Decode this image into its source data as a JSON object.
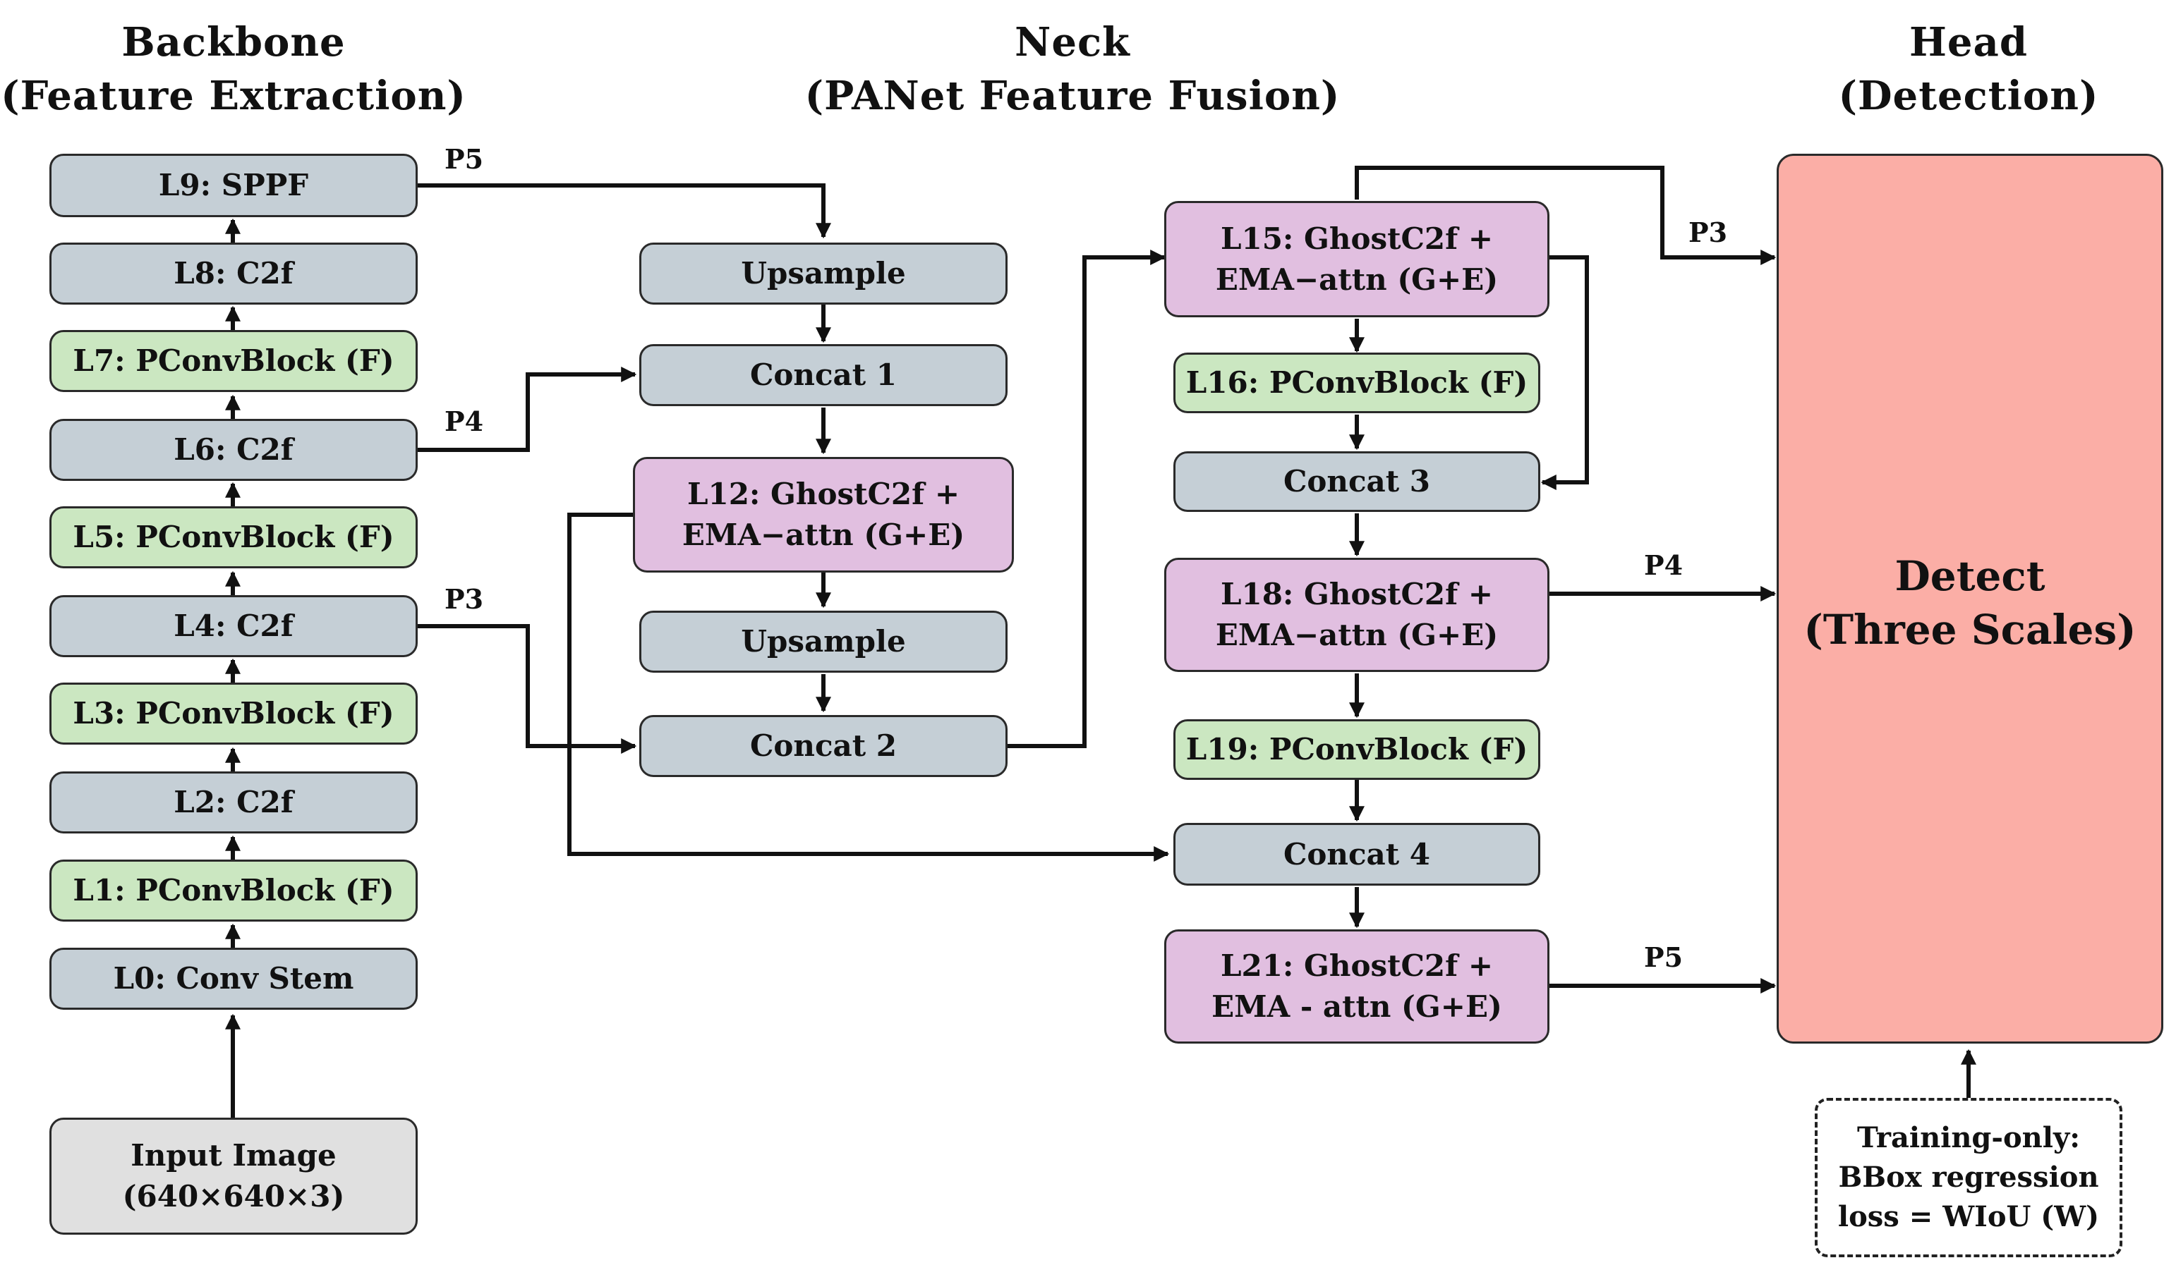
{
  "headers": {
    "backbone": {
      "line1": "Backbone",
      "line2": "(Feature Extraction)"
    },
    "neck": {
      "line1": "Neck",
      "line2": "(PANet Feature Fusion)"
    },
    "head": {
      "line1": "Head",
      "line2": "(Detection)"
    }
  },
  "backbone": {
    "input": {
      "line1": "Input Image",
      "line2": "(640×640×3)"
    },
    "l0": "L0: Conv Stem",
    "l1": "L1: PConvBlock (F)",
    "l2": "L2: C2f",
    "l3": "L3: PConvBlock (F)",
    "l4": "L4: C2f",
    "l5": "L5: PConvBlock (F)",
    "l6": "L6: C2f",
    "l7": "L7: PConvBlock (F)",
    "l8": "L8: C2f",
    "l9": "L9: SPPF"
  },
  "neck": {
    "upsample1": "Upsample",
    "concat1": "Concat 1",
    "l12": {
      "line1": "L12: GhostC2f +",
      "line2": "EMA−attn (G+E)"
    },
    "upsample2": "Upsample",
    "concat2": "Concat 2",
    "l15": {
      "line1": "L15: GhostC2f +",
      "line2": "EMA−attn (G+E)"
    },
    "l16": "L16: PConvBlock (F)",
    "concat3": "Concat 3",
    "l18": {
      "line1": "L18: GhostC2f +",
      "line2": "EMA−attn (G+E)"
    },
    "l19": "L19: PConvBlock (F)",
    "concat4": "Concat 4",
    "l21": {
      "line1": "L21: GhostC2f +",
      "line2": "EMA - attn (G+E)"
    }
  },
  "head": {
    "detect": {
      "line1": "Detect",
      "line2": "(Three Scales)"
    },
    "training": {
      "line1": "Training-only:",
      "line2": "BBox regression",
      "line3": "loss = WIoU (W)"
    }
  },
  "edge_labels": {
    "backbone_p5": "P5",
    "backbone_p4": "P4",
    "backbone_p3": "P3",
    "head_p3": "P3",
    "head_p4": "P4",
    "head_p5": "P5"
  },
  "colors": {
    "gray_block": "#c5cfd6",
    "green_block": "#cbe7c1",
    "purple_block": "#e1bfe0",
    "input_block": "#e0e0e0",
    "detect_block": "#fbaea6",
    "line": "#111111"
  }
}
